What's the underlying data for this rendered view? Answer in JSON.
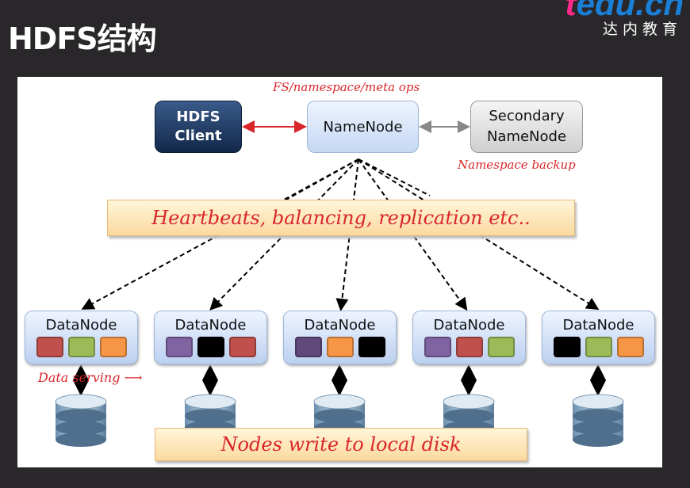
{
  "slide": {
    "title": "HDFS结构",
    "logo": "tedu.cn",
    "logo_sub": "达内教育"
  },
  "diagram": {
    "client": {
      "line1": "HDFS",
      "line2": "Client"
    },
    "namenode": "NameNode",
    "secondary": {
      "line1": "Secondary",
      "line2": "NameNode"
    },
    "ops_label": "FS/namespace/meta ops",
    "backup_label": "Namespace backup",
    "heartbeats": "Heartbeats, balancing, replication etc..",
    "data_serving": "Data serving",
    "local_disk": "Nodes write to local disk",
    "datanodes": [
      {
        "label": "DataNode",
        "blocks": [
          "#c0504d",
          "#9bbb59",
          "#f79646"
        ]
      },
      {
        "label": "DataNode",
        "blocks": [
          "#8064a2",
          "#000000",
          "#c0504d"
        ]
      },
      {
        "label": "DataNode",
        "blocks": [
          "#604a7b",
          "#f79646",
          "#000000"
        ]
      },
      {
        "label": "DataNode",
        "blocks": [
          "#8064a2",
          "#c0504d",
          "#9bbb59"
        ]
      },
      {
        "label": "DataNode",
        "blocks": [
          "#000000",
          "#9bbb59",
          "#f79646"
        ]
      }
    ]
  }
}
